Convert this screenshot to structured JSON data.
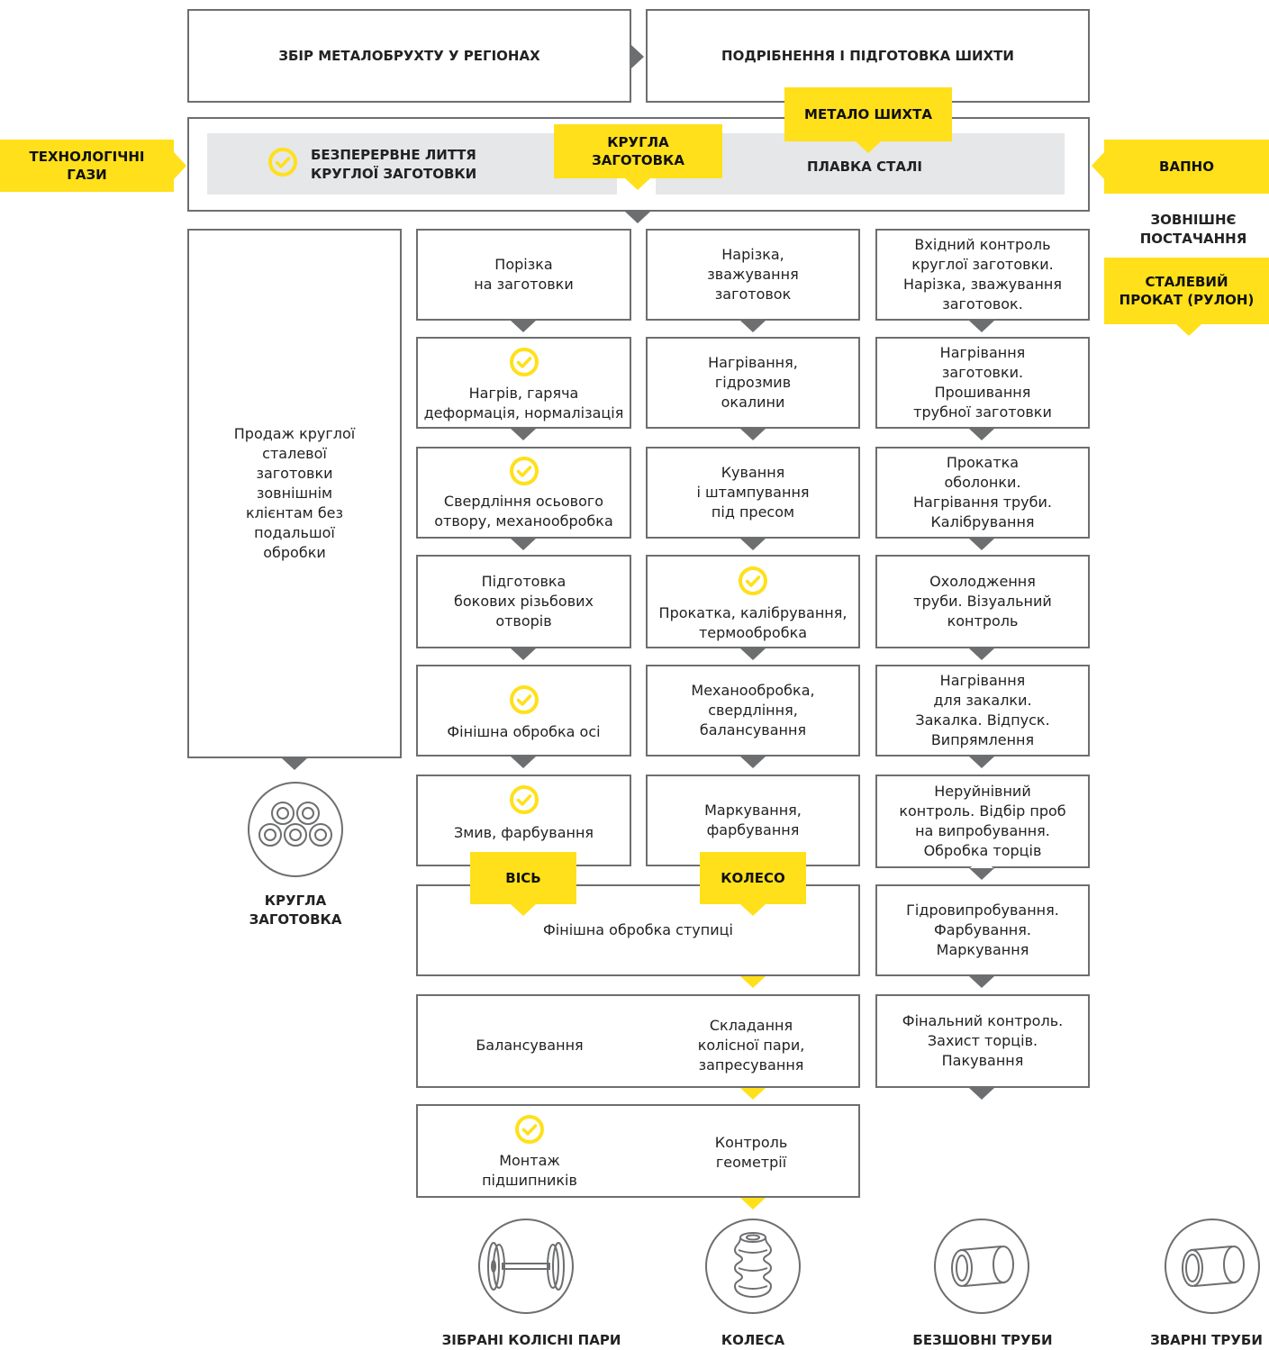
{
  "top": {
    "collect": "ЗБІР МЕТАЛОБРУХТУ У РЕГІОНАХ",
    "prepare": "ПОДРІБНЕННЯ І ПІДГОТОВКА ШИХТИ"
  },
  "tags": {
    "tech_gases": "ТЕХНОЛОГІЧНІ\nГАЗИ",
    "metal_charge": "МЕТАЛО ШИХТА",
    "round_billet": "КРУГЛА\nЗАГОТОВКА",
    "lime": "ВАПНО",
    "steel_coil": "СТАЛЕВИЙ\nПРОКАТ (РУЛОН)",
    "axle": "ВІСЬ",
    "wheel": "КОЛЕСО"
  },
  "stage2": {
    "casting": "БЕЗПЕРЕРВНЕ ЛИТТЯ\nКРУГЛОЇ ЗАГОТОВКИ",
    "melting": "ПЛАВКА СТАЛІ"
  },
  "external_supply": "ЗОВНІШНЄ\nПОСТАЧАННЯ",
  "col1": {
    "sale": "Продаж круглої\nсталевої\nзаготовки\nзовнішнім\nклієнтам без\nподальшої\nобробки"
  },
  "col2": [
    "Порізка\nна заготовки",
    "Нагрів, гаряча\nдеформація, нормалізація",
    "Свердління осьового\nотвору, механообробка",
    "Підготовка\nбокових різьбових\nотворів",
    "Фінішна обробка осі",
    "Змив, фарбування"
  ],
  "col3": [
    "Нарізка,\nзважування\nзаготовок",
    "Нагрівання,\nгідрозмив\nокалини",
    "Кування\nі штампування\nпід пресом",
    "Прокатка, калібрування,\nтермообробка",
    "Механообробка,\nсвердління,\nбалансування",
    "Маркування,\nфарбування"
  ],
  "col4": [
    "Вхідний контроль\nкруглої заготовки.\nНарізка, зважування\nзаготовок.",
    "Нагрівання\nзаготовки.\nПрошивання\nтрубної заготовки",
    "Прокатка\nоболонки.\nНагрівання труби.\nКалібрування",
    "Охолодження\nтруби. Візуальний\nконтроль",
    "Нагрівання\nдля закалки.\nЗакалка. Відпуск.\nВипрямлення",
    "Неруйнівний\nконтроль. Відбір проб\nна випробування.\nОбробка торців",
    "Гідровипробування.\nФарбування.\nМаркування",
    "Фінальний контроль.\nЗахист торців.\nПакування"
  ],
  "merged": {
    "hub": "Фінішна обробка ступиці",
    "balancing": "Балансування",
    "assembly": "Складання\nколісної пари,\nзапресування",
    "bearings": "Монтаж\nпідшипників",
    "geometry": "Контроль\nгеометрії"
  },
  "products": {
    "billet": "КРУГЛА\nЗАГОТОВКА",
    "wheelsets": "ЗІБРАНІ КОЛІСНІ ПАРИ",
    "wheels": "КОЛЕСА",
    "seamless": "БЕЗШОВНІ ТРУБИ",
    "welded": "ЗВАРНІ ТРУБИ"
  },
  "colors": {
    "yellow": "#ffe01a",
    "gray": "#6d6e70",
    "band": "#e6e7e8"
  }
}
